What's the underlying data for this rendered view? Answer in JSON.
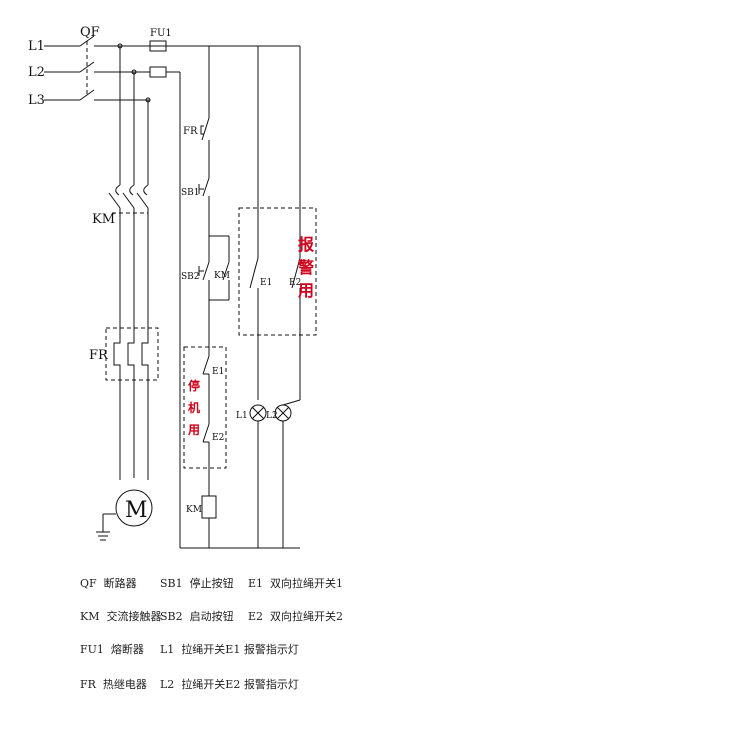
{
  "labels": {
    "l1": "L1",
    "l2": "L2",
    "l3": "L3",
    "qf": "QF",
    "fu1": "FU1",
    "km_main": "KM",
    "fr_main": "FR",
    "motor": "M",
    "fr_ctrl": "FR",
    "sb1": "SB1",
    "sb2": "SB2",
    "km_aux": "KM",
    "e1_alarm": "E1",
    "e2_alarm": "E2",
    "e1_stop": "E1",
    "e2_stop": "E2",
    "lamp_l1": "L1",
    "lamp_l2": "L2",
    "km_coil": "KM"
  },
  "groups": {
    "alarm": [
      "报",
      "警",
      "用"
    ],
    "stop": [
      "停",
      "机",
      "用"
    ]
  },
  "legend": [
    [
      {
        "code": "QF",
        "text": "断路器"
      },
      {
        "code": "SB1",
        "text": "停止按钮"
      },
      {
        "code": "E1",
        "text": "双向拉绳开关1"
      }
    ],
    [
      {
        "code": "KM",
        "text": "交流接触器"
      },
      {
        "code": "SB2",
        "text": "启动按钮"
      },
      {
        "code": "E2",
        "text": "双向拉绳开关2"
      }
    ],
    [
      {
        "code": "FU1",
        "text": "熔断器"
      },
      {
        "code": "L1",
        "text": "拉绳开关E1 报警指示灯"
      }
    ],
    [
      {
        "code": "FR",
        "text": "热继电器"
      },
      {
        "code": "L2",
        "text": "拉绳开关E2 报警指示灯"
      }
    ]
  ],
  "colors": {
    "wire": "#111111",
    "accent": "#d0021b"
  }
}
